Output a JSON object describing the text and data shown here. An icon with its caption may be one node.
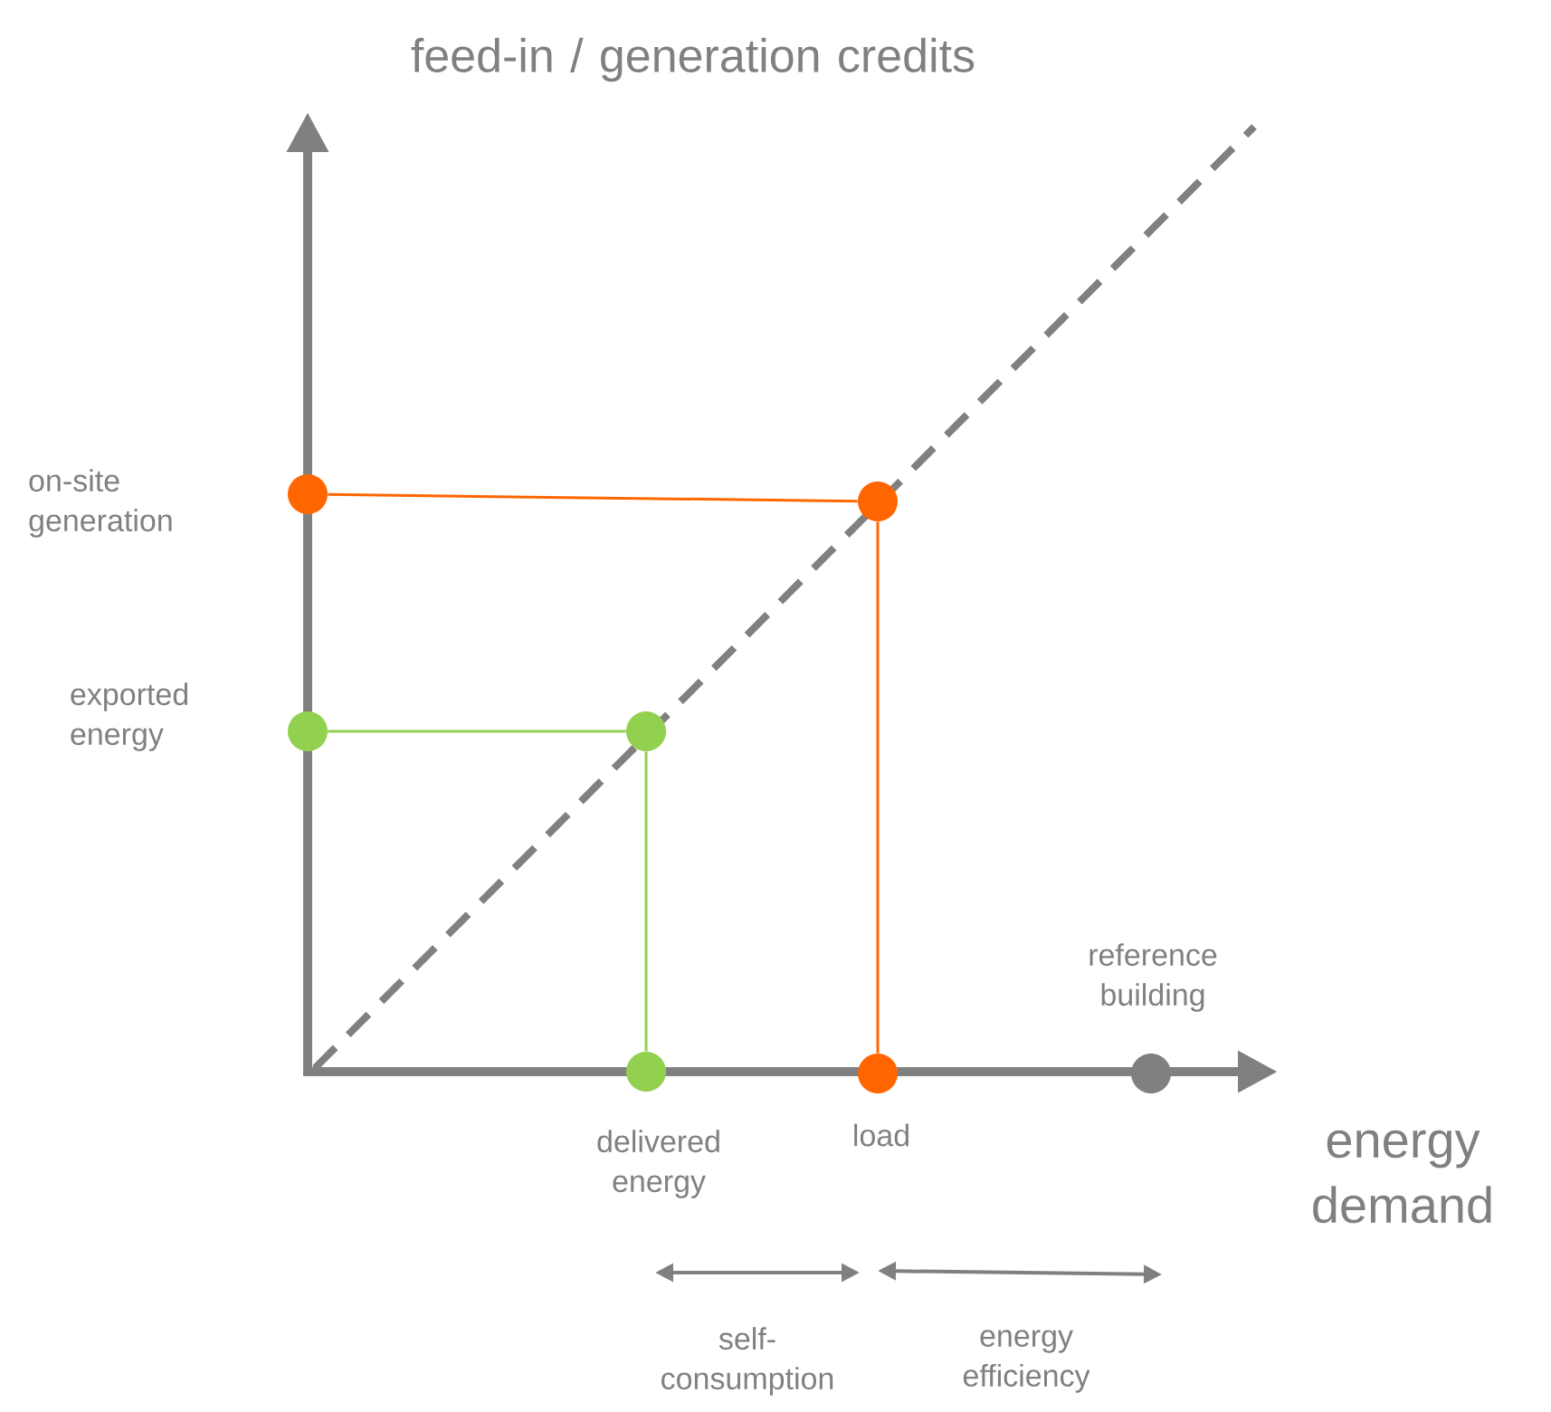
{
  "diagram": {
    "nodes": [
      {
        "text": [],
        "shape": "circle",
        "beside": [
          "on-site generation"
        ]
      },
      {
        "text": [],
        "shape": "circle"
      },
      {
        "text": [],
        "shape": "circle",
        "beside": [
          "exported energy"
        ]
      },
      {
        "text": [],
        "shape": "circle"
      },
      {
        "text": [],
        "shape": "circle",
        "beside": [
          "delivered energy"
        ]
      },
      {
        "text": [],
        "shape": "circle",
        "beside": [
          "load"
        ]
      },
      {
        "text": [],
        "shape": "circle",
        "beside": [
          "reference building"
        ]
      }
    ],
    "edges": [
      {
        "from": 0,
        "to": 1,
        "arrow": "none",
        "color": "#ff6600"
      },
      {
        "from": 1,
        "to": 5,
        "arrow": "none",
        "color": "#ff6600"
      },
      {
        "from": 2,
        "to": 3,
        "arrow": "none",
        "color": "#92d050"
      },
      {
        "from": 3,
        "to": 4,
        "arrow": "none",
        "color": "#92d050"
      }
    ],
    "labels": [
      "feed-in / generation credits",
      "energy demand",
      "self-consumption",
      "energy efficiency"
    ]
  }
}
